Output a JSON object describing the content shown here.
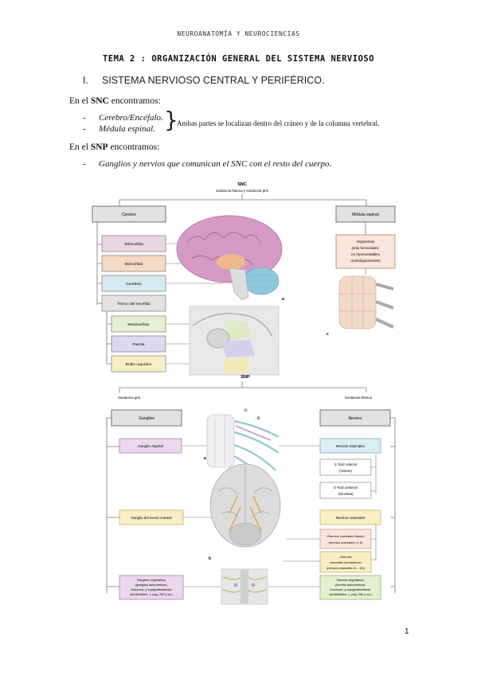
{
  "header": "NEUROANATOMÍA Y NEUROCIENCIAS",
  "title": "TEMA 2 : ORGANIZACIÓN GENERAL DEL SISTEMA NERVIOSO",
  "section": {
    "number": "I.",
    "text": "SISTEMA NERVIOSO CENTRAL Y PERIFÉRICO."
  },
  "snc_intro": {
    "pre": "En el ",
    "bold": "SNC",
    "post": " encontramos:"
  },
  "snc_items": [
    "Cerebro/Encéfalo.",
    "Médula espinal."
  ],
  "snc_note": "Ambas partes se localizan dentro del cráneo y de la columna vertebral.",
  "snp_intro": {
    "pre": "En el ",
    "bold": "SNP",
    "post": " encontramos:"
  },
  "snp_items": [
    "Ganglios y nervios que comunican el SNC con el resto del cuerpo."
  ],
  "page_number": "1",
  "figure": {
    "snc": {
      "title": "SNC",
      "subtitle": "sustancia blanca y sustancia gris",
      "cerebro": "Cerebro",
      "medula": "Médula espinal",
      "telencefalo": "Telencéfalo",
      "diencefalo": "Diencéfalo",
      "cerebelo": "Cerebelo",
      "tronco": "Tronco del encéfalo",
      "mesencefalo": "Mesencéfalo",
      "puente": "Puente",
      "bulbo": "Bulbo raquídeo",
      "segmentos": [
        "Segmentos",
        "(sólo funcionales,",
        "no representables",
        "morfológicamente)"
      ],
      "label_a": "a",
      "label_c": "c"
    },
    "snp": {
      "title": "SNP",
      "sustancia_gris": "Sustancia gris",
      "sustancia_blanca": "Sustancia blanca",
      "ganglios": "Ganglios",
      "nervios": "Nervios",
      "ganglio_espinal": "Ganglio espinal",
      "nervios_espinales": "Nervios espinales",
      "raiz_anterior": [
        "① Raíz anterior",
        "(motora)"
      ],
      "raiz_posterior": [
        "② Raíz posterior",
        "(sensitiva)"
      ],
      "ganglio_craneal": "Ganglio del nervio craneal",
      "nervios_craneales": "Nervios craneales",
      "falsos": [
        "«Nervios craneales falsos»",
        "(nervios craneales I y II)"
      ],
      "verdaderos": [
        "«Nervios",
        "craneales verdaderos»",
        "(nervios craneales III – XII)"
      ],
      "ganglios_veg": [
        "Ganglios vegetativos",
        "(ganglios autonómicos;",
        "funcional- y topográficamente",
        "subdivisibles, v. pág. 289 y ss.)"
      ],
      "nervios_veg": [
        "Nervios vegetativos",
        "(nervios autonómicos;",
        "funcional- y topográficamente",
        "subdivisibles, v. pág. 289 y ss.)"
      ],
      "marker1": "①",
      "marker2": "②",
      "label_a": "a",
      "label_b": "b"
    },
    "colors": {
      "pink": "#ead5e3",
      "orange": "#f6d9c4",
      "blue": "#d7e9f1",
      "green": "#e6efcf",
      "lavender": "#ddd9ee",
      "yellow": "#f8efc6",
      "grey": "#e2e2e2",
      "lilac": "#ead8ec",
      "teal": "#d9eef1"
    }
  }
}
